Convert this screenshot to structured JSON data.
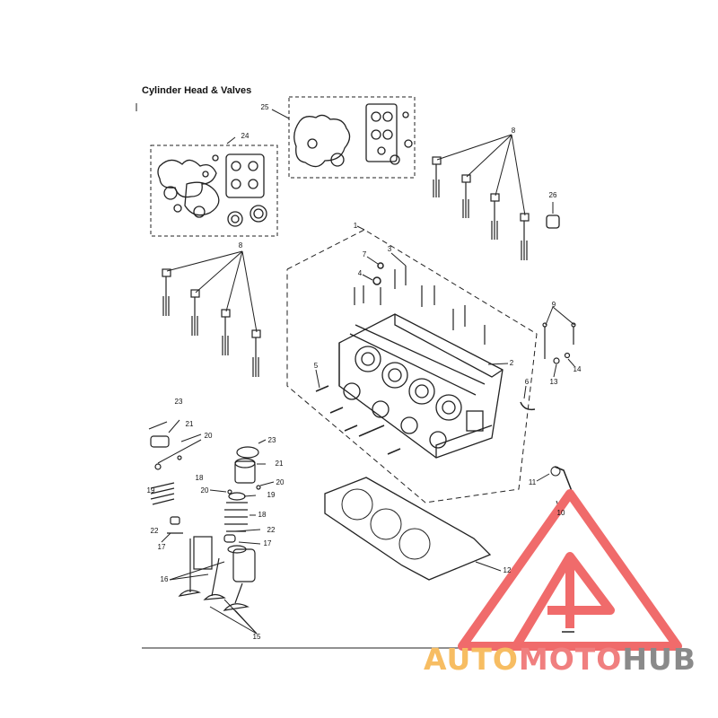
{
  "diagram": {
    "title": "Cylinder Head & Valves",
    "callouts": [
      {
        "id": "c1",
        "text": "1"
      },
      {
        "id": "c2",
        "text": "2"
      },
      {
        "id": "c3",
        "text": "3"
      },
      {
        "id": "c4",
        "text": "4"
      },
      {
        "id": "c5",
        "text": "5"
      },
      {
        "id": "c6",
        "text": "6"
      },
      {
        "id": "c7",
        "text": "7"
      },
      {
        "id": "c8a",
        "text": "8"
      },
      {
        "id": "c8b",
        "text": "8"
      },
      {
        "id": "c9",
        "text": "9"
      },
      {
        "id": "c10",
        "text": "10"
      },
      {
        "id": "c11",
        "text": "11"
      },
      {
        "id": "c12",
        "text": "12"
      },
      {
        "id": "c13",
        "text": "13"
      },
      {
        "id": "c14",
        "text": "14"
      },
      {
        "id": "c15",
        "text": "15"
      },
      {
        "id": "c16",
        "text": "16"
      },
      {
        "id": "c17a",
        "text": "17"
      },
      {
        "id": "c17b",
        "text": "17"
      },
      {
        "id": "c18a",
        "text": "18"
      },
      {
        "id": "c18b",
        "text": "18"
      },
      {
        "id": "c19a",
        "text": "19"
      },
      {
        "id": "c19b",
        "text": "19"
      },
      {
        "id": "c20a",
        "text": "20"
      },
      {
        "id": "c20b",
        "text": "20"
      },
      {
        "id": "c20c",
        "text": "20"
      },
      {
        "id": "c21a",
        "text": "21"
      },
      {
        "id": "c21b",
        "text": "21"
      },
      {
        "id": "c22a",
        "text": "22"
      },
      {
        "id": "c22b",
        "text": "22"
      },
      {
        "id": "c23a",
        "text": "23"
      },
      {
        "id": "c23b",
        "text": "23"
      },
      {
        "id": "c24",
        "text": "24"
      },
      {
        "id": "c25",
        "text": "25"
      },
      {
        "id": "c26",
        "text": "26"
      }
    ]
  },
  "watermark": {
    "part1": "AUTO",
    "part2": "MOTO",
    "part3": "HUB",
    "colors": {
      "auto": "#f7bd62",
      "moto": "#f07f7f",
      "hub": "#8a8a8a",
      "triangle": "#f06b6b"
    }
  }
}
